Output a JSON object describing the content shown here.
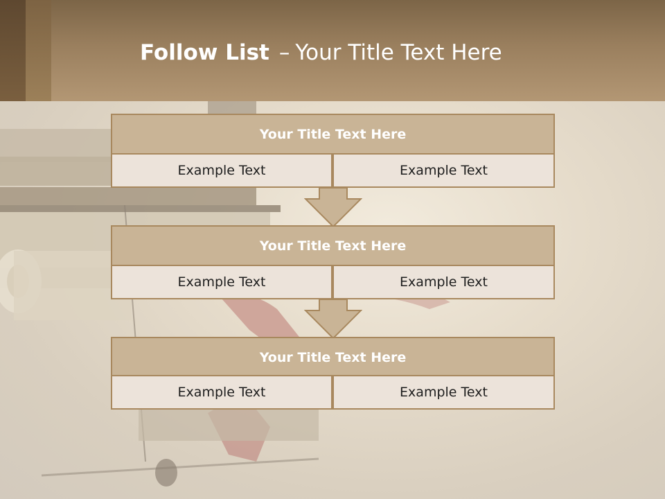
{
  "slide": {
    "title_bold": "Follow List",
    "title_separator": "–",
    "title_rest": "Your Title Text Here"
  },
  "flow": [
    {
      "title": "Your Title Text Here",
      "left": "Example Text",
      "right": "Example Text"
    },
    {
      "title": "Your Title Text Here",
      "left": "Example Text",
      "right": "Example Text"
    },
    {
      "title": "Your Title Text Here",
      "left": "Example Text",
      "right": "Example Text"
    }
  ],
  "colors": {
    "header_brown": "#9a7f5e",
    "box_title_fill": "#c9b496",
    "box_cell_fill": "#ece3da",
    "border": "#a8885e"
  },
  "icons": [
    "down-arrow-icon"
  ]
}
